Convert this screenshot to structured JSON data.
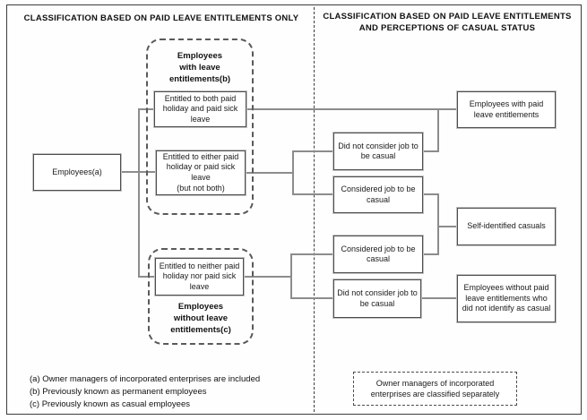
{
  "headers": {
    "left": "CLASSIFICATION BASED ON PAID LEAVE ENTITLEMENTS ONLY",
    "right_line1": "CLASSIFICATION BASED ON PAID LEAVE ENTITLEMENTS",
    "right_line2": "AND PERCEPTIONS OF CASUAL STATUS"
  },
  "groups": {
    "with_leave": {
      "lines": [
        "Employees",
        "with leave",
        "entitlements(b)"
      ]
    },
    "without_leave": {
      "lines": [
        "Employees",
        "without leave",
        "entitlements(c)"
      ]
    }
  },
  "boxes": {
    "employees": "Employees(a)",
    "entitled_both": "Entitled to both paid holiday and paid sick leave",
    "entitled_either": "Entitled to either paid holiday or paid sick leave",
    "entitled_either_note": "(but not both)",
    "entitled_neither": "Entitled to neither paid holiday nor paid sick leave",
    "did_not_consider_top": "Did not consider job to be casual",
    "considered_top": "Considered job to be casual",
    "considered_bottom": "Considered job to be casual",
    "did_not_consider_bottom": "Did not consider job to be casual",
    "with_paid_leave": "Employees with paid leave entitlements",
    "self_identified": "Self-identified casuals",
    "without_paid_leave": "Employees without paid leave entitlements who did not identify as casual",
    "owner_managers_note": "Owner managers of incorporated enterprises are classified separately"
  },
  "footnotes": [
    "(a) Owner managers of incorporated enterprises are included",
    "(b) Previously known as permanent employees",
    "(c) Previously known as casual employees"
  ],
  "colors": {
    "connector_line": "#8c8c8c",
    "box_border": "#4d4d4d",
    "text": "#1a1a1a"
  }
}
